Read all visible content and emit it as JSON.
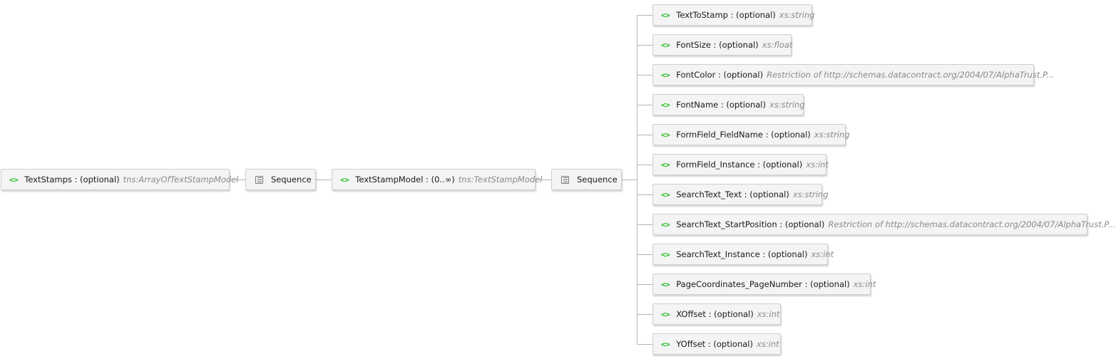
{
  "colors": {
    "element_icon": "#22bb22",
    "type_text": "#8a8a8a",
    "connector": "#b4b4b4",
    "node_background": "#f4f4f4",
    "node_border": "#cfcfcf"
  },
  "icons": {
    "element": "<>",
    "element_icon_name": "element-icon",
    "sequence_icon_name": "sequence-icon"
  },
  "nodes": [
    {
      "kind": "element",
      "name": "TextStamps",
      "occurs": "(optional)",
      "type": "tns:ArrayOfTextStampModel"
    },
    {
      "kind": "sequence",
      "label": "Sequence"
    },
    {
      "kind": "element",
      "name": "TextStampModel",
      "occurs": "(0..∞)",
      "type": "tns:TextStampModel"
    },
    {
      "kind": "sequence",
      "label": "Sequence"
    }
  ],
  "children": [
    {
      "name": "TextToStamp",
      "occurs": "(optional)",
      "type": "xs:string"
    },
    {
      "name": "FontSize",
      "occurs": "(optional)",
      "type": "xs:float"
    },
    {
      "name": "FontColor",
      "occurs": "(optional)",
      "type": "Restriction of http://schemas.datacontract.org/2004/07/AlphaTrust.P..."
    },
    {
      "name": "FontName",
      "occurs": "(optional)",
      "type": "xs:string"
    },
    {
      "name": "FormField_FieldName",
      "occurs": "(optional)",
      "type": "xs:string"
    },
    {
      "name": "FormField_Instance",
      "occurs": "(optional)",
      "type": "xs:int"
    },
    {
      "name": "SearchText_Text",
      "occurs": "(optional)",
      "type": "xs:string"
    },
    {
      "name": "SearchText_StartPosition",
      "occurs": "(optional)",
      "type": "Restriction of http://schemas.datacontract.org/2004/07/AlphaTrust.P..."
    },
    {
      "name": "SearchText_Instance",
      "occurs": "(optional)",
      "type": "xs:int"
    },
    {
      "name": "PageCoordinates_PageNumber",
      "occurs": "(optional)",
      "type": "xs:int"
    },
    {
      "name": "XOffset",
      "occurs": "(optional)",
      "type": "xs:int"
    },
    {
      "name": "YOffset",
      "occurs": "(optional)",
      "type": "xs:int"
    }
  ]
}
